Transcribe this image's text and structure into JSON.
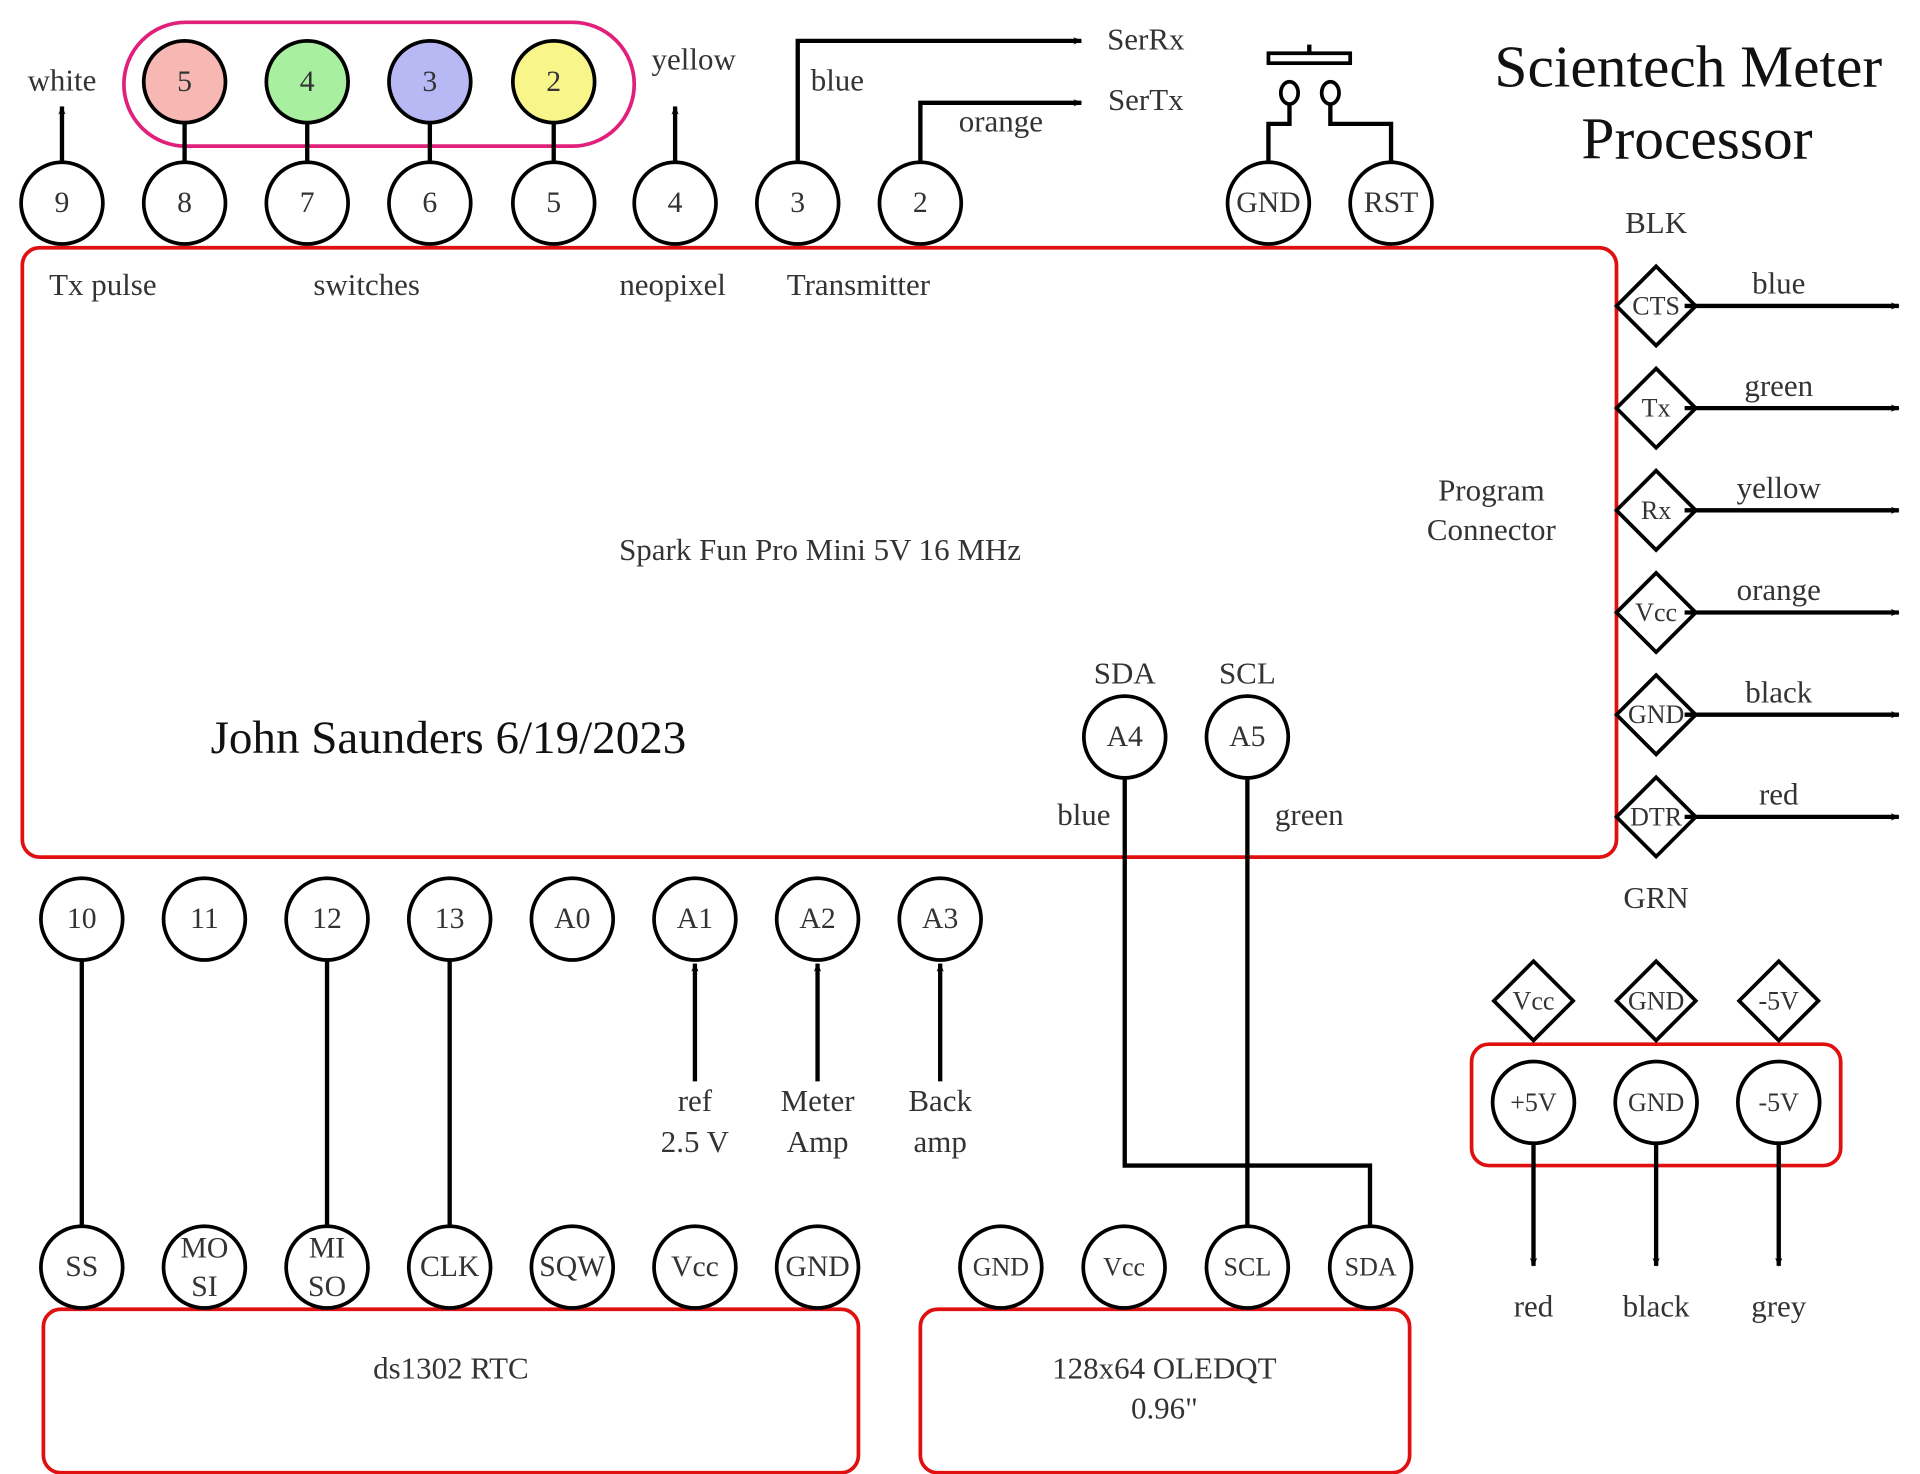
{
  "title": {
    "line1": "Scientech Meter",
    "line2": "Processor"
  },
  "author": "John Saunders 6/19/2023",
  "colors": {
    "board_outline": "#e01010",
    "switch_group_outline": "#e0207a"
  },
  "main_board": {
    "label": "Spark Fun Pro Mini 5V 16 MHz",
    "section_labels": {
      "tx_pulse": "Tx pulse",
      "switches": "switches",
      "neopixel": "neopixel",
      "transmitter": "Transmitter",
      "program_connector_1": "Program",
      "program_connector_2": "Connector"
    },
    "top_pins": [
      "9",
      "8",
      "7",
      "6",
      "5",
      "4",
      "3",
      "2",
      "GND",
      "RST"
    ],
    "bottom_pins": [
      "10",
      "11",
      "12",
      "13",
      "A0",
      "A1",
      "A2",
      "A3"
    ],
    "i2c_pins": [
      {
        "pin": "A4",
        "signal": "SDA",
        "wire": "blue"
      },
      {
        "pin": "A5",
        "signal": "SCL",
        "wire": "green"
      }
    ]
  },
  "switches": [
    {
      "label": "5",
      "color": "#f7b8b3"
    },
    {
      "label": "4",
      "color": "#a8f0a0"
    },
    {
      "label": "3",
      "color": "#b8b8f5"
    },
    {
      "label": "2",
      "color": "#f8f58a"
    }
  ],
  "top_wires": {
    "white": "white",
    "yellow": "yellow",
    "blue": "blue",
    "orange": "orange",
    "serrx": "SerRx",
    "sertx": "SerTx"
  },
  "program_connector": {
    "top": "BLK",
    "bottom": "GRN",
    "pins": [
      {
        "pin": "CTS",
        "wire": "blue"
      },
      {
        "pin": "Tx",
        "wire": "green"
      },
      {
        "pin": "Rx",
        "wire": "yellow"
      },
      {
        "pin": "Vcc",
        "wire": "orange"
      },
      {
        "pin": "GND",
        "wire": "black"
      },
      {
        "pin": "DTR",
        "wire": "red"
      }
    ]
  },
  "analog_inputs": [
    {
      "line1": "ref",
      "line2": "2.5 V"
    },
    {
      "line1": "Meter",
      "line2": "Amp"
    },
    {
      "line1": "Back",
      "line2": "amp"
    }
  ],
  "power": {
    "diamonds": [
      "Vcc",
      "GND",
      "-5V"
    ],
    "pins": [
      "+5V",
      "GND",
      "-5V"
    ],
    "wires": [
      "red",
      "black",
      "grey"
    ]
  },
  "rtc": {
    "label": "ds1302 RTC",
    "pins": [
      [
        "SS"
      ],
      [
        "MO",
        "SI"
      ],
      [
        "MI",
        "SO"
      ],
      [
        "CLK"
      ],
      [
        "SQW"
      ],
      [
        "Vcc"
      ],
      [
        "GND"
      ]
    ]
  },
  "oled": {
    "label1": "128x64 OLEDQT",
    "label2": "0.96\"",
    "pins": [
      "GND",
      "Vcc",
      "SCL",
      "SDA"
    ]
  }
}
